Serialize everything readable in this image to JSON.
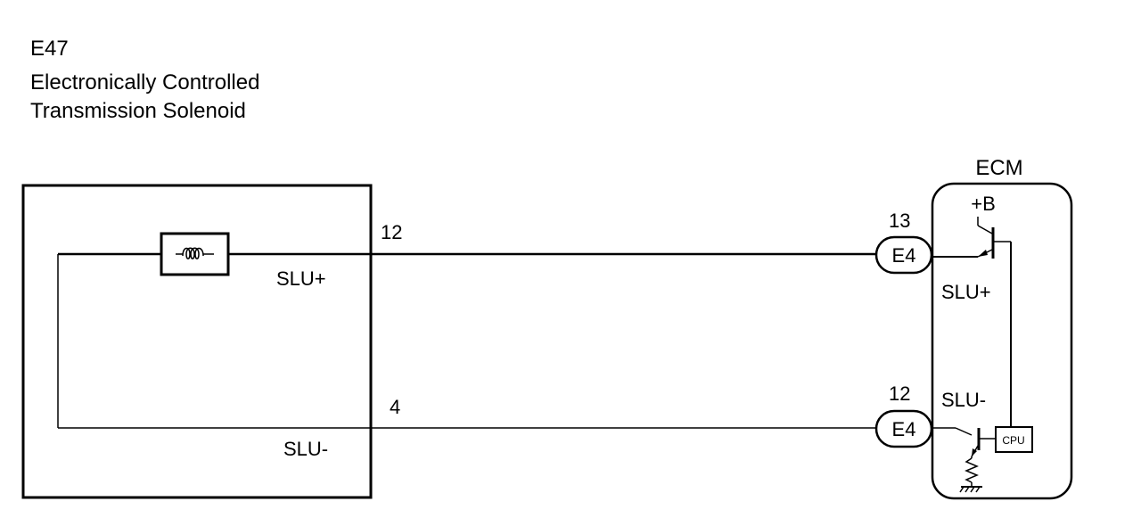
{
  "component": {
    "code": "E47",
    "name_line1": "Electronically Controlled",
    "name_line2": "Transmission Solenoid",
    "pin_slu_plus": "12",
    "pin_slu_minus": "4",
    "terminal_slu_plus": "SLU+",
    "terminal_slu_minus": "SLU-"
  },
  "ecm": {
    "label": "ECM",
    "supply_label": "+B",
    "cpu_label": "CPU",
    "terminal_slu_plus": "SLU+",
    "terminal_slu_minus": "SLU-",
    "connector_top": {
      "name": "E4",
      "pin": "13"
    },
    "connector_bottom": {
      "name": "E4",
      "pin": "12"
    }
  }
}
